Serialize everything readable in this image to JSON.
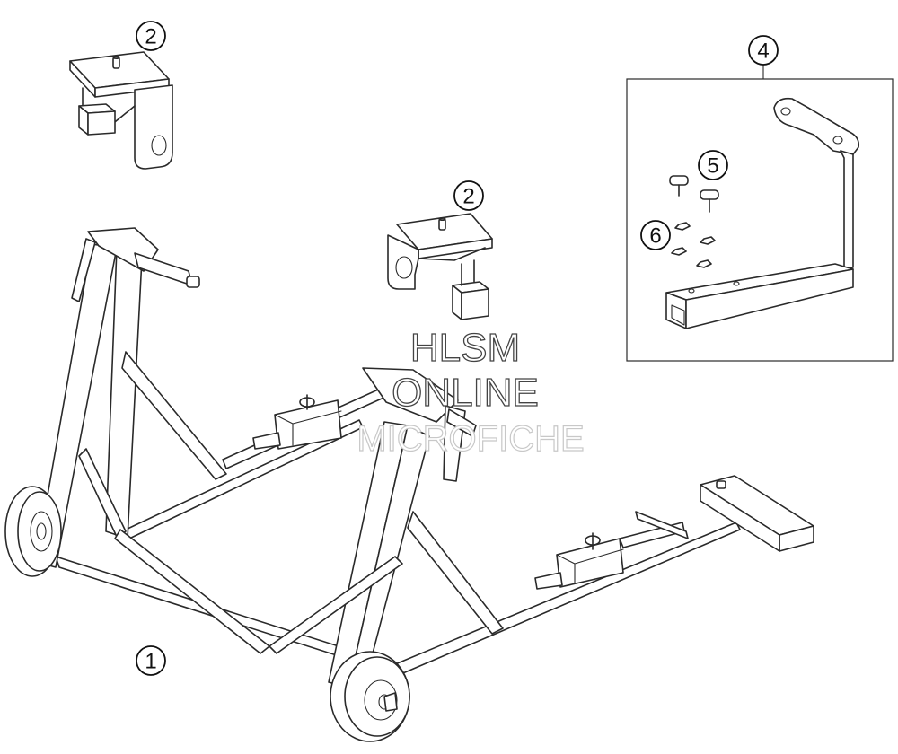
{
  "callouts": {
    "c1": "1",
    "c2a": "2",
    "c2b": "2",
    "c4": "4",
    "c5": "5",
    "c6": "6"
  },
  "watermark": {
    "line1": "HLSM",
    "line2": "ONLINE",
    "line3": "MICROFICHE"
  }
}
